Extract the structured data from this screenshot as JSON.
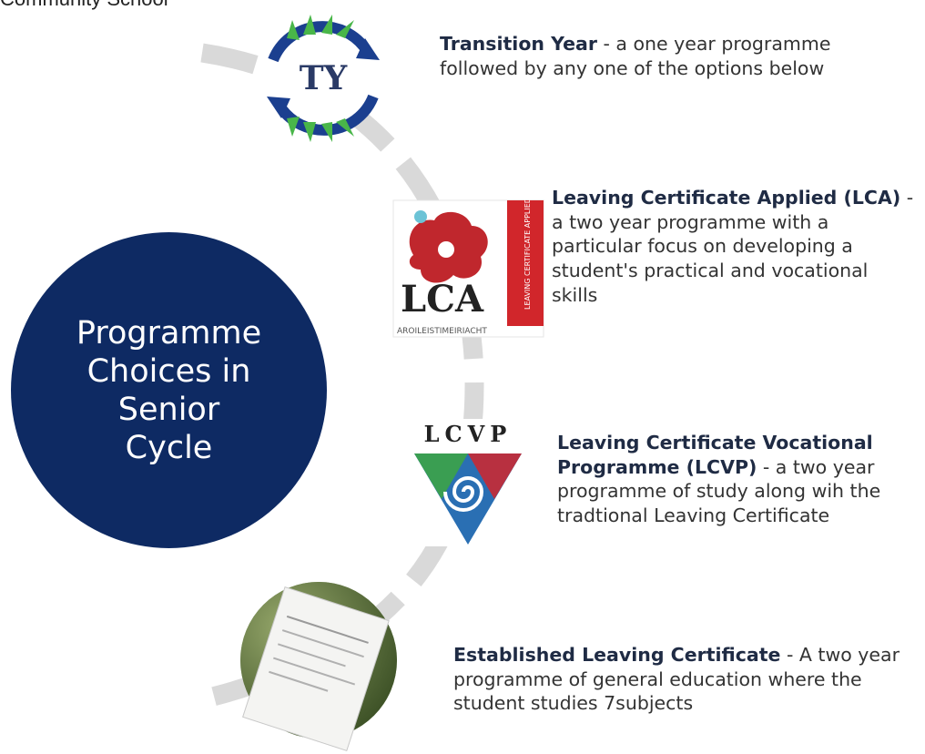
{
  "header": {
    "text": "Community School"
  },
  "center": {
    "lines": [
      "Programme",
      "Choices in",
      "Senior",
      "Cycle"
    ]
  },
  "programmes": [
    {
      "title": "Transition Year",
      "description": " - a one year programme followed by any one of the options below",
      "logo_text": "TY"
    },
    {
      "title": "Leaving Certificate Applied (LCA)",
      "description": " -  a two year programme with a particular focus on developing a student's  practical and vocational skills",
      "logo_text": "LCA",
      "logo_side_text": "LEAVING CERTIFICATE APPLIED",
      "logo_footer_text": "AROILEISTIMEIRIACHT"
    },
    {
      "title": "Leaving Certificate Vocational Programme (LCVP)",
      "description": " - a two year programme of study along wih the tradtional Leaving Certificate",
      "logo_text": "LCVP"
    },
    {
      "title": "Established Leaving Certificate",
      "description": " - A two year programme of general education where the student studies 7subjects"
    }
  ],
  "colors": {
    "circle": "#0e2a63",
    "arc": "#d9d9d9",
    "ty_blue": "#1b3f8f",
    "ty_green": "#49b649",
    "lca_red": "#c0272d",
    "lcva_red": "#d1262b",
    "lcvp_blue": "#2a6fb3",
    "lcvp_green": "#3a9e52"
  }
}
